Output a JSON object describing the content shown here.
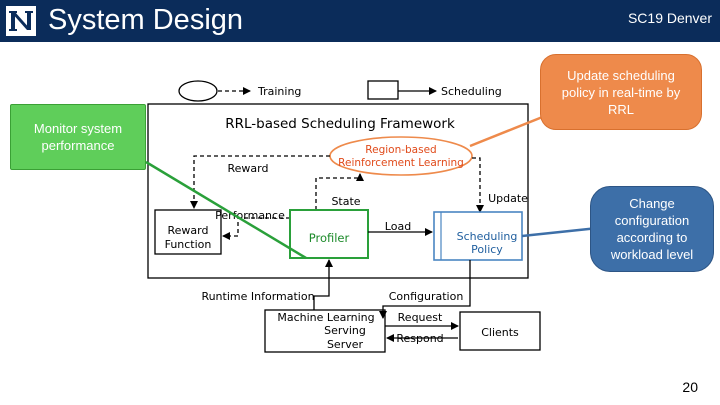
{
  "header": {
    "title": "System Design",
    "conference": "SC19 Denver",
    "logo_icon": "university-n-logo-icon",
    "background": "#0b2c5a"
  },
  "legend": {
    "training_label": "Training",
    "scheduling_label": "Scheduling"
  },
  "framework": {
    "title": "RRL-based Scheduling Framework",
    "region_rl_line1": "Region-based",
    "region_rl_line2": "Reinforcement Learning",
    "reward": "Reward",
    "state": "State",
    "update": "Update",
    "performance": "Performance",
    "reward_function_line1": "Reward",
    "reward_function_line2": "Function",
    "profiler": "Profiler",
    "load": "Load",
    "scheduling_policy_line1": "Scheduling",
    "scheduling_policy_line2": "Policy",
    "runtime_information": "Runtime Information",
    "configuration": "Configuration",
    "ml_server_line1": "Machine Learning",
    "ml_server_line2": "Serving",
    "ml_server_line3": "Server",
    "request": "Request",
    "respond": "Respond",
    "clients": "Clients"
  },
  "callouts": {
    "monitor": {
      "text": "Monitor system performance",
      "color": "#5fce5a"
    },
    "update_policy": {
      "text": "Update scheduling policy in real-time by RRL",
      "color": "#ee8a4b"
    },
    "change_config": {
      "text": "Change configuration according to workload level",
      "color": "#3d6fa8"
    }
  },
  "colors": {
    "profiler_border": "#2aa03a",
    "policy_border": "#4a85c2",
    "region_border": "#ee8a4b"
  },
  "slide_number": "20"
}
